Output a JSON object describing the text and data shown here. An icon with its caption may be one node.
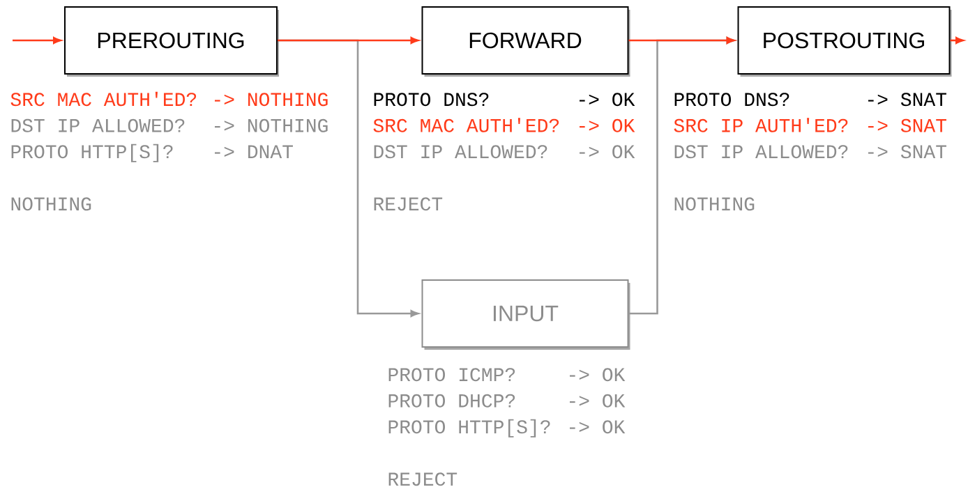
{
  "diagram": {
    "nodes": [
      {
        "text": [
          "PREROUTING"
        ],
        "beside": [
          "SRC MAC AUTH'ED?",
          "-> NOTHING",
          "DST IP ALLOWED?",
          "-> NOTHING",
          "PROTO HTTP[S]?",
          "-> DNAT",
          "NOTHING"
        ]
      },
      {
        "text": [
          "FORWARD"
        ],
        "beside": [
          "PROTO DNS?",
          "-> OK",
          "SRC MAC AUTH'ED?",
          "-> OK",
          "DST IP ALLOWED?",
          "-> OK",
          "REJECT"
        ]
      },
      {
        "text": [
          "POSTROUTING"
        ],
        "beside": [
          "PROTO DNS?",
          "-> SNAT",
          "SRC IP AUTH'ED?",
          "-> SNAT",
          "DST IP ALLOWED?",
          "-> SNAT",
          "NOTHING"
        ]
      },
      {
        "text": [
          "INPUT"
        ],
        "beside": [
          "PROTO ICMP?",
          "-> OK",
          "PROTO DHCP?",
          "-> OK",
          "PROTO HTTP[S]?",
          "-> OK",
          "REJECT"
        ]
      }
    ],
    "edges": [
      {
        "from": null,
        "to": 0,
        "arrow": "to"
      },
      {
        "from": 0,
        "to": 1,
        "arrow": "to"
      },
      {
        "from": 1,
        "to": 2,
        "arrow": "to"
      },
      {
        "from": 2,
        "to": null,
        "arrow": "to"
      },
      {
        "from": 0,
        "to": 3,
        "arrow": "to",
        "color": "#999999"
      },
      {
        "from": 3,
        "to": 2,
        "arrow": "to",
        "color": "#999999"
      }
    ]
  }
}
